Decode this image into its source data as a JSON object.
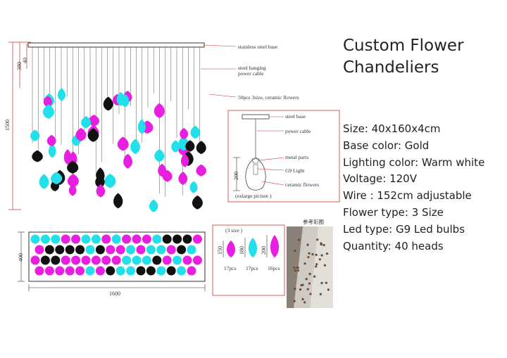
{
  "title": {
    "line1": "Custom Flower",
    "line2": "Chandeliers"
  },
  "specs": [
    "Size: 40x160x4cm",
    "Base color: Gold",
    "Lighting color: Warm white",
    "Voltage: 120V",
    "Wire : 152cm adjustable",
    "Flower type: 3 Size",
    "Led type: G9 Led bulbs",
    "Quantity: 40 heads"
  ],
  "front_view": {
    "labels": {
      "base": "stainless steel base",
      "cable_1": "steel hanging",
      "cable_2": "power cable",
      "flowers": "50pcs 3size, ceramic flowers"
    },
    "dims": {
      "d40": "40",
      "d380": "380",
      "d1500": "1500"
    }
  },
  "detail": {
    "labels": {
      "base": "steel base",
      "cable": "power cable",
      "metal": "metal parts",
      "light": "G9 Light",
      "ceramic": "ceramic flowers",
      "caption": "(exlarge picture )"
    },
    "dim200": "200"
  },
  "plan_view": {
    "d400": "400",
    "d1600": "1600"
  },
  "sizes": {
    "caption": "(3 size )",
    "items": [
      {
        "height": "150",
        "count": "17pcs"
      },
      {
        "height": "180",
        "count": "17pcs"
      },
      {
        "height": "200",
        "count": "16pcs"
      }
    ]
  },
  "photo": {
    "caption": "参考彩图"
  },
  "colors": {
    "magenta": "#e81ee0",
    "cyan": "#22e0ea",
    "black": "#111111"
  }
}
